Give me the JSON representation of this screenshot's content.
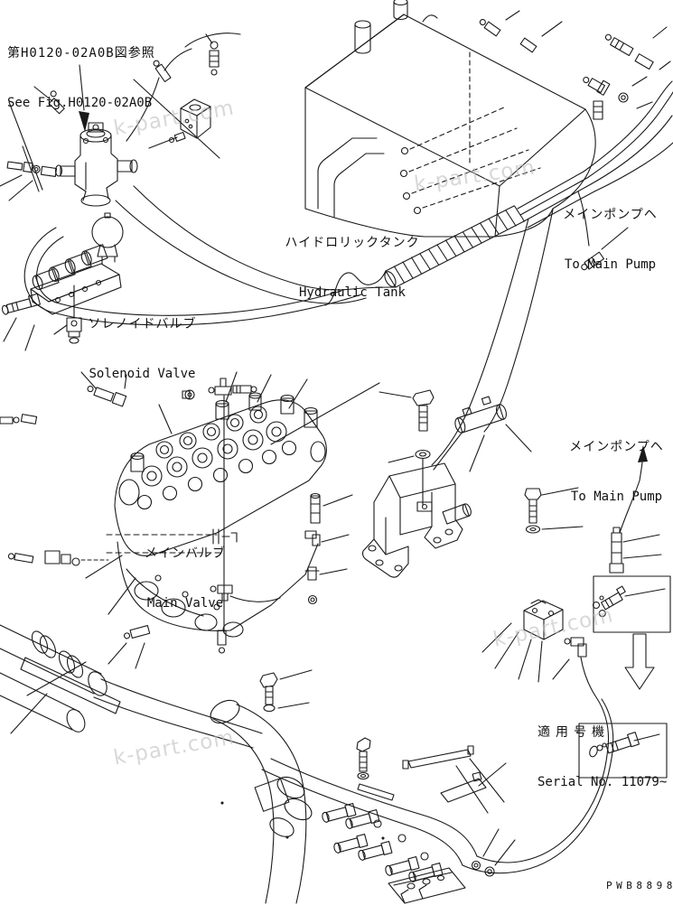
{
  "meta": {
    "background": "#ffffff",
    "ink_color": "#1a1a1a",
    "watermark_color": "#bfbfbf"
  },
  "labels": {
    "reference": {
      "jp": "第H0120-02A0B図参照",
      "en": "See Fig.H0120-02A0B"
    },
    "hydraulic_tank": {
      "jp": "ハイドロリックタンク",
      "en": "Hydraulic Tank"
    },
    "solenoid_valve": {
      "jp": "ソレノイドバルブ",
      "en": "Solenoid Valve"
    },
    "main_valve": {
      "jp": "メインバルブ",
      "en": "Main Valve"
    },
    "to_main_pump_top": {
      "jp": "メインポンプヘ",
      "en": "To Main Pump"
    },
    "to_main_pump_mid": {
      "jp": "メインポンプヘ",
      "en": "To Main Pump"
    },
    "serial": {
      "jp": "適用号機",
      "en": "Serial No. 11079~"
    },
    "drawing_number": "PWB8898",
    "watermark": "k-part.com"
  }
}
